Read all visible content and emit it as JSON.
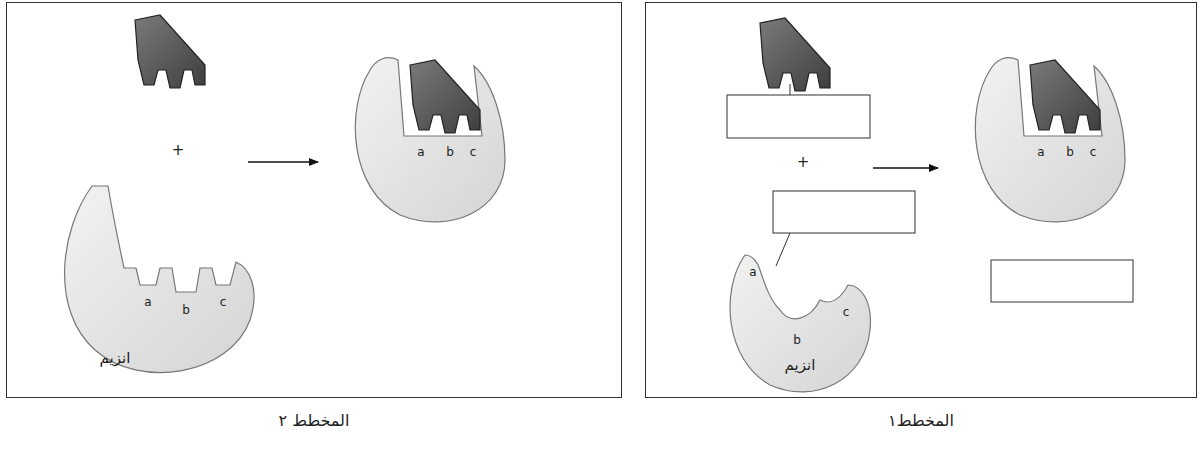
{
  "diagram": {
    "nodes": [
      {
        "text": [
          "المخطط١"
        ]
      },
      {
        "text": [
          "المخطط ٢"
        ]
      }
    ],
    "labels": [
      "+",
      "a",
      "b",
      "c",
      "انزيم",
      "a",
      "b",
      "c",
      "+",
      "a",
      "b",
      "c",
      "انزيم",
      "a",
      "b",
      "c"
    ]
  }
}
